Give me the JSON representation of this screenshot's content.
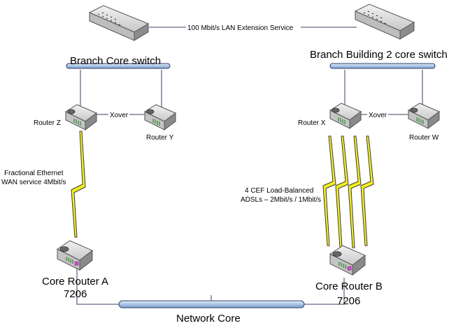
{
  "labels": {
    "lan_extension": "100 Mbit/s LAN Extension Service",
    "branch_core_switch": "Branch Core switch",
    "branch_building2_switch": "Branch Building 2 core switch",
    "router_z": "Router Z",
    "router_y": "Router Y",
    "router_x": "Router X",
    "router_w": "Router W",
    "xover_left": "Xover",
    "xover_right": "Xover",
    "wan_line1": "Fractional Ethernet",
    "wan_line2": "WAN service 4Mbit/s",
    "adsl_line1": "4 CEF Load-Balanced",
    "adsl_line2": "ADSLs – 2Mbit/s / 1Mbit/s",
    "core_a_line1": "Core Router A",
    "core_a_line2": "7206",
    "core_b_line1": "Core Router B",
    "core_b_line2": "7206",
    "network_core": "Network Core"
  },
  "colors": {
    "wire": "#3a3f66",
    "bus": "#a9c4e6",
    "bolt": "#f4f01a",
    "device_body": "#d9d9d9",
    "device_shadow": "#8c8c8c"
  },
  "icons": {
    "switch": "workgroup-switch-icon",
    "router": "router-icon",
    "link": "lightning-bolt-icon"
  }
}
